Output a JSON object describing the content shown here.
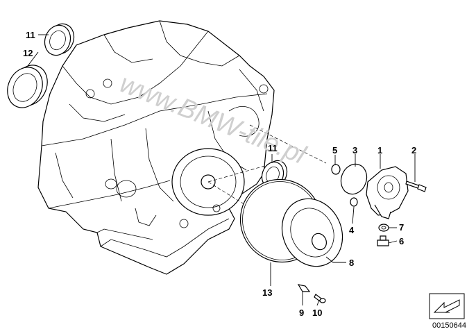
{
  "diagram": {
    "callouts": [
      {
        "id": "c11a",
        "number": "11"
      },
      {
        "id": "c12",
        "number": "12"
      },
      {
        "id": "c11b",
        "number": "11"
      },
      {
        "id": "c5",
        "number": "5"
      },
      {
        "id": "c3",
        "number": "3"
      },
      {
        "id": "c1",
        "number": "1"
      },
      {
        "id": "c2",
        "number": "2"
      },
      {
        "id": "c4",
        "number": "4"
      },
      {
        "id": "c7",
        "number": "7"
      },
      {
        "id": "c6",
        "number": "6"
      },
      {
        "id": "c8",
        "number": "8"
      },
      {
        "id": "c13",
        "number": "13"
      },
      {
        "id": "c9",
        "number": "9"
      },
      {
        "id": "c10",
        "number": "10"
      }
    ],
    "watermark": "www.BMW-tile.pl",
    "reference_code": "00150644",
    "icon": "arrow-box-icon"
  }
}
